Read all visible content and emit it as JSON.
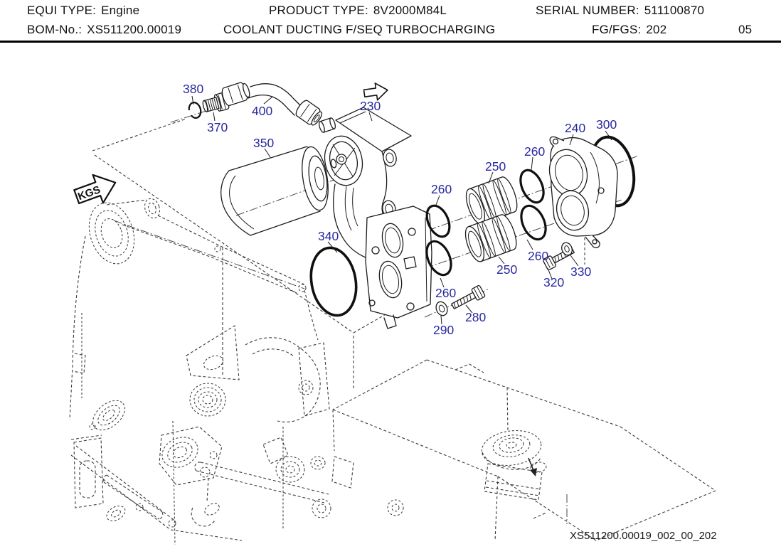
{
  "header": {
    "equi_type": {
      "label": "EQUI TYPE:",
      "value": "Engine"
    },
    "product_type": {
      "label": "PRODUCT TYPE:",
      "value": "8V2000M84L"
    },
    "serial_number": {
      "label": "SERIAL NUMBER:",
      "value": "511100870"
    },
    "bom_no": {
      "label": "BOM-No.:",
      "value": "XS511200.00019"
    },
    "figure_title": "COOLANT DUCTING F/SEQ TURBOCHARGING",
    "fg_fgs": {
      "label": "FG/FGS:",
      "value": "202"
    },
    "sheet_no": "05"
  },
  "kgs_flag": {
    "label": "KGS"
  },
  "icons": {
    "kgs_flag": "right-block-arrow",
    "figure_continuation": "right-block-arrow"
  },
  "callouts": [
    {
      "part_no": "380"
    },
    {
      "part_no": "400"
    },
    {
      "part_no": "370"
    },
    {
      "part_no": "230"
    },
    {
      "part_no": "350"
    },
    {
      "part_no": "340"
    },
    {
      "part_no": "260"
    },
    {
      "part_no": "250"
    },
    {
      "part_no": "260"
    },
    {
      "part_no": "240"
    },
    {
      "part_no": "300"
    },
    {
      "part_no": "260"
    },
    {
      "part_no": "250"
    },
    {
      "part_no": "320"
    },
    {
      "part_no": "330"
    },
    {
      "part_no": "260"
    },
    {
      "part_no": "280"
    },
    {
      "part_no": "290"
    }
  ],
  "footer": {
    "drawing_id": "XS511200.00019_002_00_202"
  },
  "colors": {
    "callout_text": "#2828A2",
    "part_line": "#1c1c1c",
    "reference_line": "#3c3c3c",
    "header_text": "#111111"
  }
}
